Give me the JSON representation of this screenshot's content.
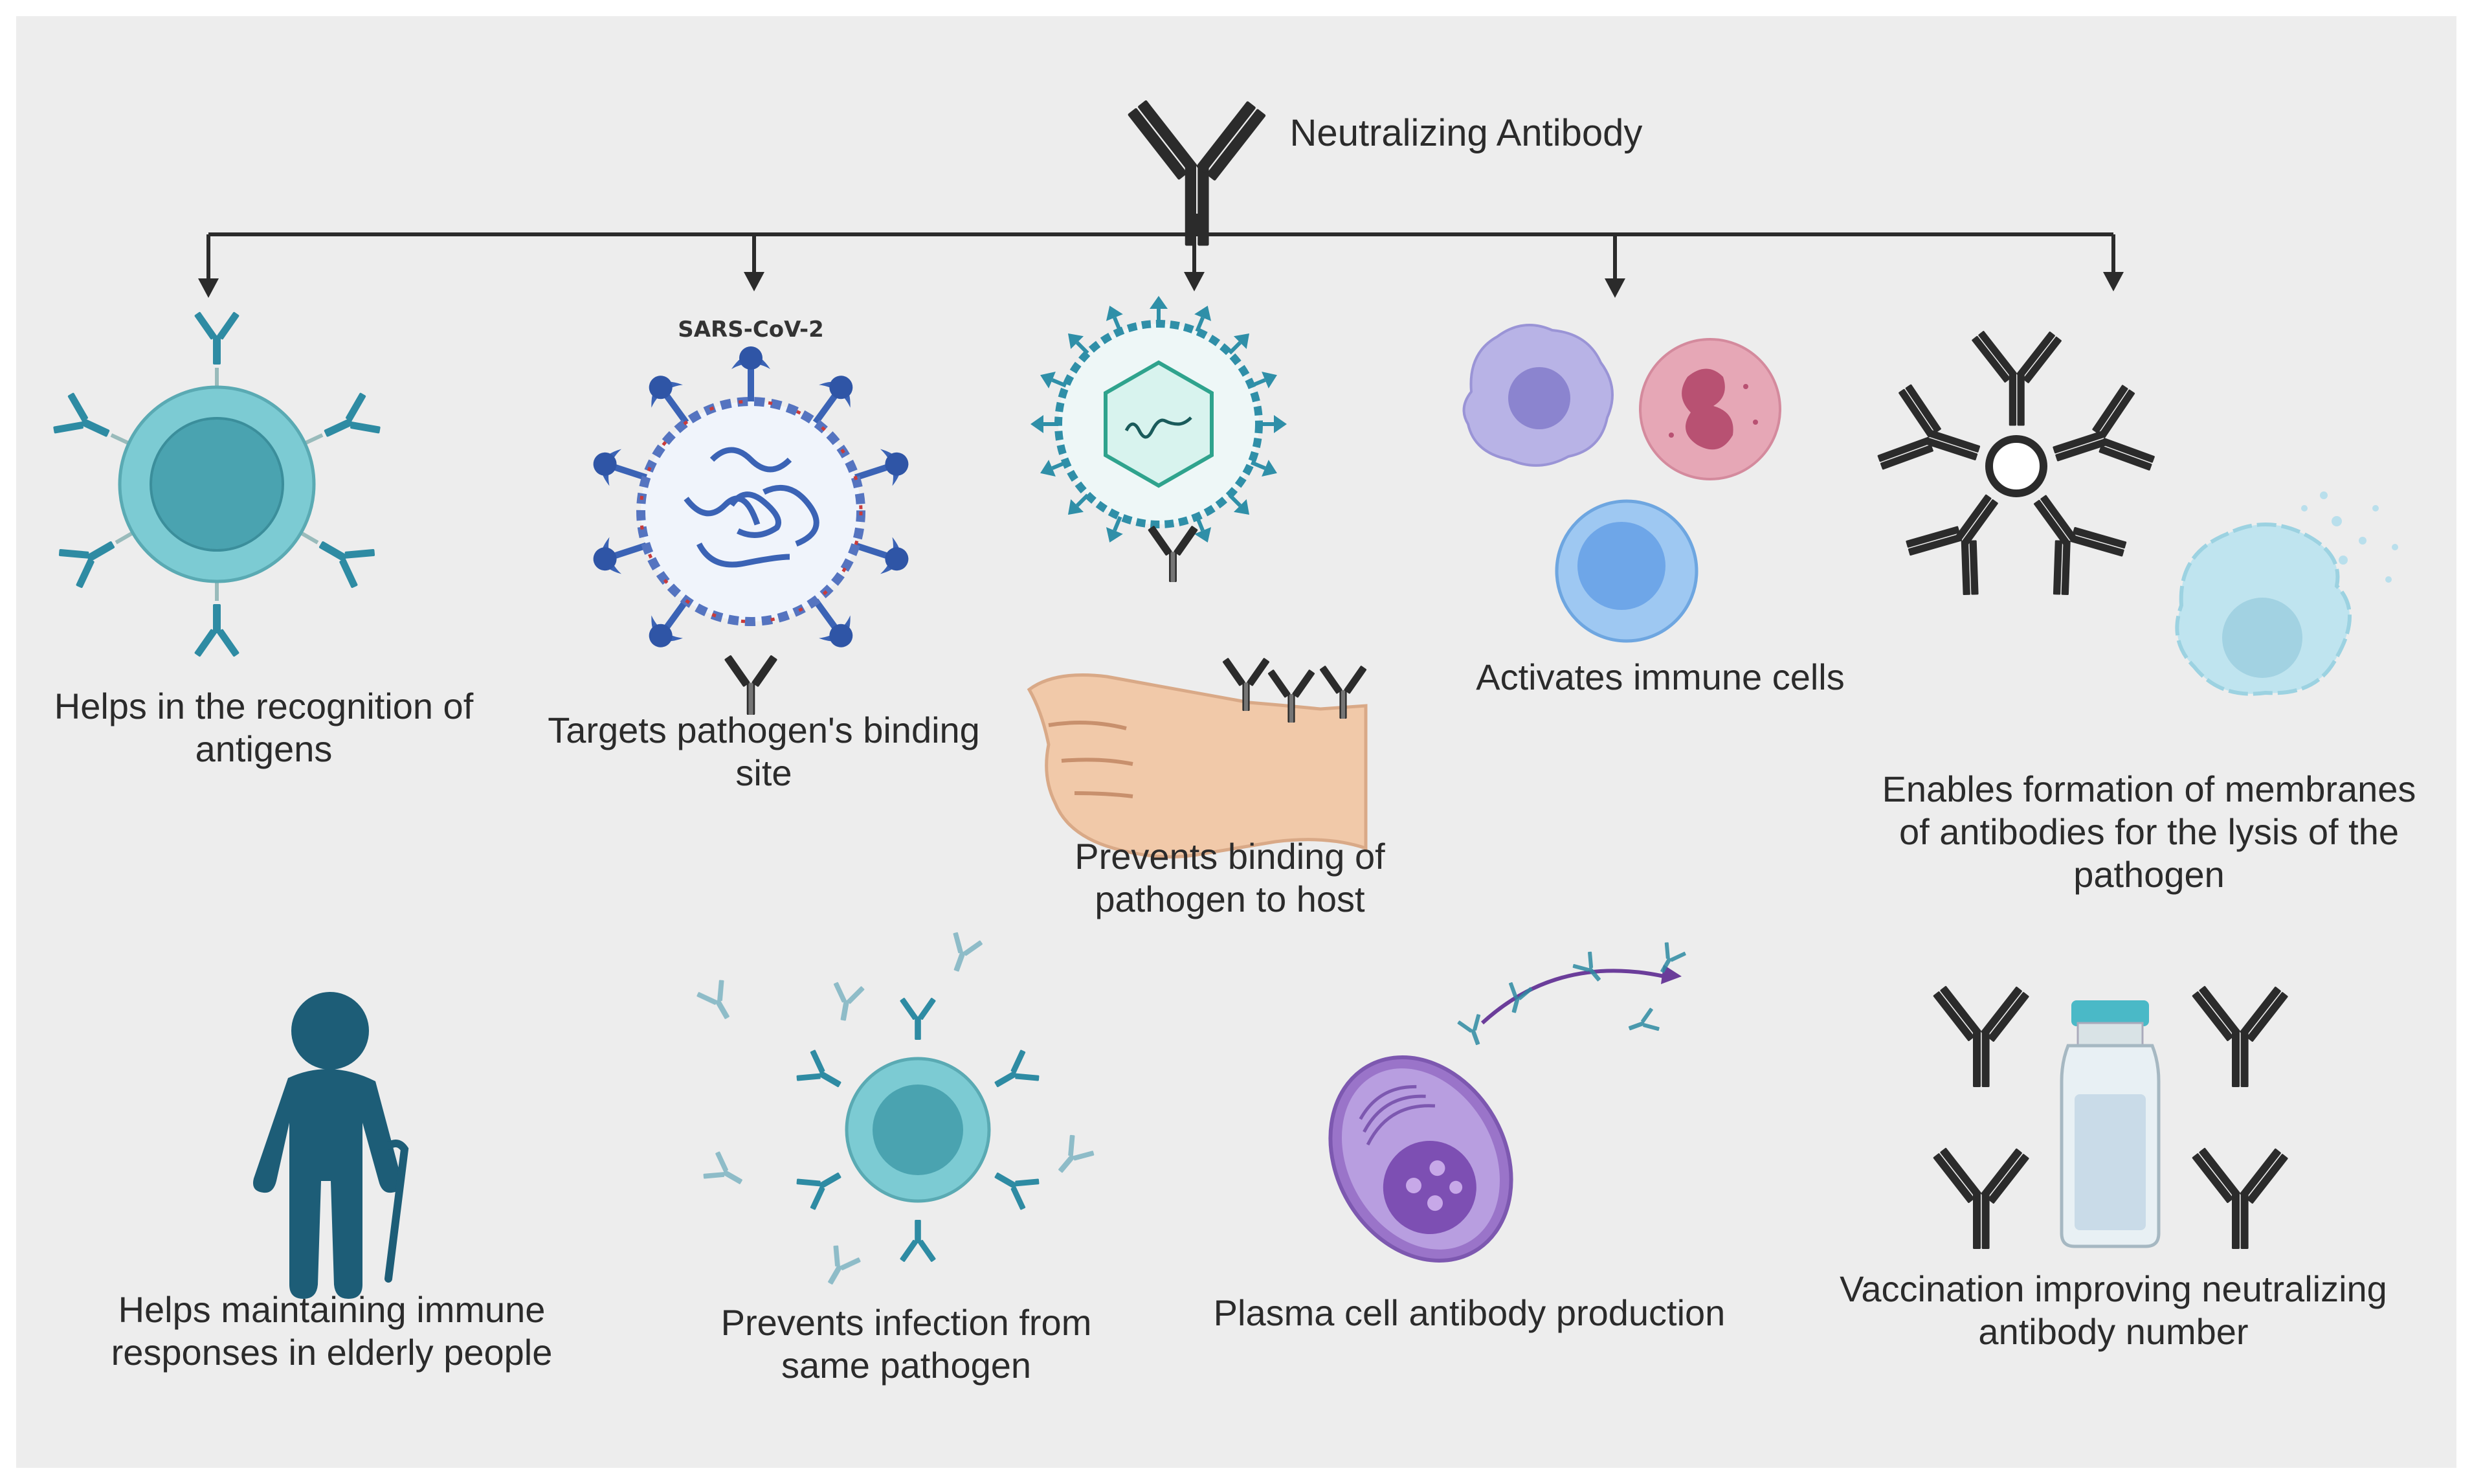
{
  "title": "Neutralizing Antibody",
  "virus_label": "SARS-CoV-2",
  "labels": {
    "recognition": "Helps in the recognition of\nantigens",
    "binding_site": "Targets pathogen's binding\nsite",
    "prevents_binding": "Prevents binding of\npathogen to host",
    "activates": "Activates immune cells",
    "membranes": "Enables formation of membranes\nof antibodies for the lysis of the\npathogen",
    "elderly": "Helps maintaining immune\nresponses in elderly people",
    "infection": "Prevents infection from\nsame pathogen",
    "plasma": "Plasma cell antibody production",
    "vaccination": "Vaccination improving neutralizing\nantibody number"
  },
  "colors": {
    "background": "#ededed",
    "antibody_dark": "#2b2b2b",
    "teal_cell": "#7ccbd3",
    "teal_nucleus": "#3f9aa8",
    "antibody_teal": "#2e8ba3",
    "virus_blue": "#3b63b5",
    "virus_red": "#c93b3b",
    "elderly": "#1d5d77",
    "plasma_purple": "#9a74c9",
    "vial_cap": "#4ab9c7"
  },
  "icons": [
    "antibody-icon",
    "immune-cell-icon",
    "sars-cov-2-virus-icon",
    "virus-particle-icon",
    "fist-icon",
    "macrophage-icon",
    "neutrophil-icon",
    "lymphocyte-icon",
    "pentamer-antibody-icon",
    "lysed-cell-icon",
    "elderly-person-icon",
    "plasma-cell-icon",
    "vaccine-vial-icon"
  ]
}
